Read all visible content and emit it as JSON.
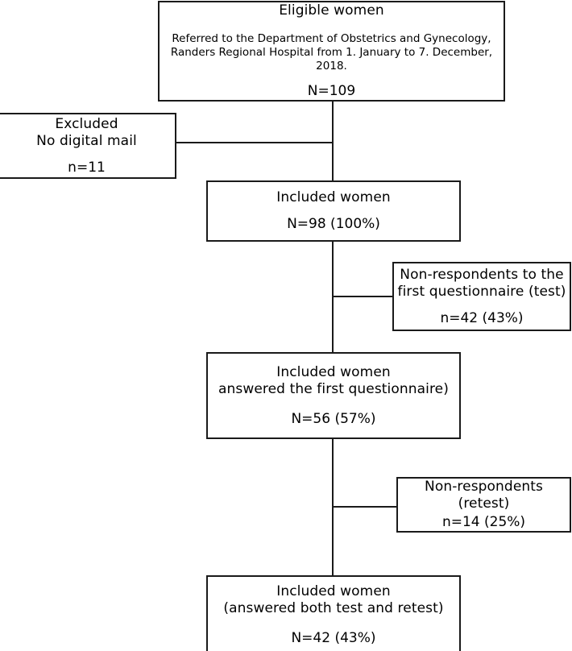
{
  "diagram": {
    "type": "flowchart",
    "title": "Participant flow diagram",
    "colors": {
      "stroke": "#1a1a1a",
      "background": "#ffffff",
      "text": "#000000"
    },
    "nodes": {
      "eligible": {
        "title": "Eligible women",
        "detail_line_1": "Referred to the Department of Obstetrics and Gynecology,",
        "detail_line_2": "Randers Regional Hospital from 1. January to 7. December, 2018.",
        "count": "N=109"
      },
      "excluded": {
        "title_line_1": "Excluded",
        "title_line_2": "No digital mail",
        "count": "n=11"
      },
      "included_98": {
        "title": "Included women",
        "count": "N=98 (100%)"
      },
      "nonrespondents_test": {
        "title_line_1": "Non-respondents to the",
        "title_line_2": "first questionnaire (test)",
        "count": "n=42 (43%)"
      },
      "included_56": {
        "title_line_1": "Included women",
        "title_line_2": "answered the first questionnaire)",
        "count": "N=56 (57%)"
      },
      "nonrespondents_retest": {
        "title": "Non-respondents (retest)",
        "count": "n=14 (25%)"
      },
      "included_42": {
        "title_line_1": "Included women",
        "title_line_2": "(answered both test and retest)",
        "count": "N=42 (43%)"
      }
    }
  }
}
